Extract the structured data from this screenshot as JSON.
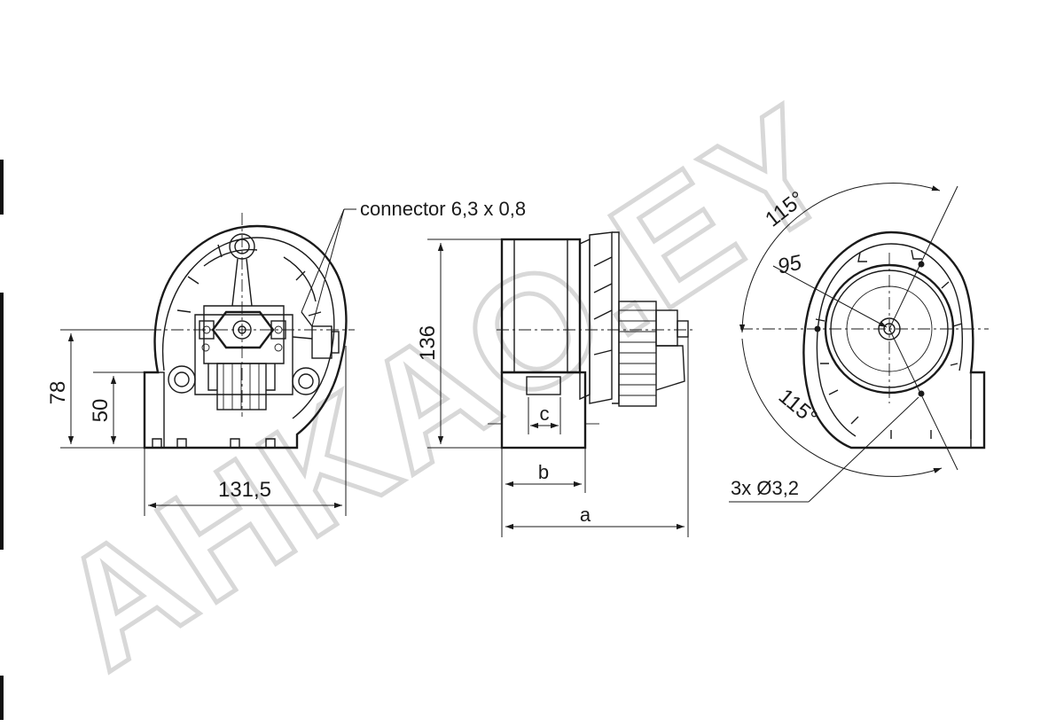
{
  "watermark": "AHKAO.EY",
  "annotations": {
    "connector": "connector 6,3 x 0,8",
    "holes": "3x Ø3,2"
  },
  "dimensions": {
    "front_height_total": "78",
    "front_height_outlet": "50",
    "front_width": "131,5",
    "side_height": "136",
    "side_a": "a",
    "side_b": "b",
    "side_c": "c",
    "rear_diameter": "95",
    "rear_angle_top": "115°",
    "rear_angle_bottom": "115°"
  },
  "colors": {
    "line": "#1a1a1a",
    "watermark": "#d8d8d8",
    "background": "#ffffff"
  }
}
